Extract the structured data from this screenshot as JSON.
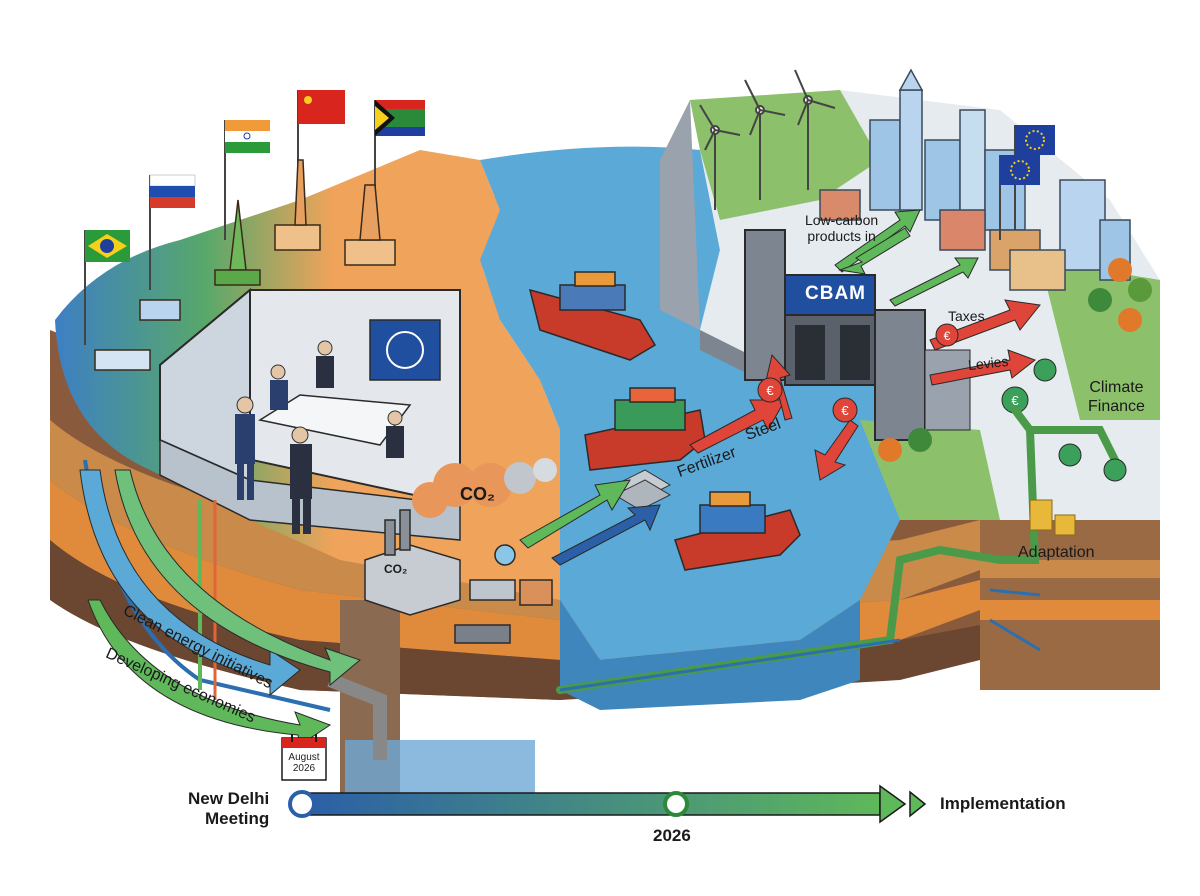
{
  "labels": {
    "low_carbon": "Low-carbon\nproducts in",
    "cbam": "CBAM",
    "taxes": "Taxes",
    "levies": "Levies",
    "climate_finance": "Climate\nFinance",
    "adaptation": "Adaptation",
    "fertilizer": "Fertilizer",
    "steel": "Steel",
    "co2_cloud": "CO₂",
    "co2_factory": "CO₂",
    "clean_energy": "Clean energy initiatives",
    "developing": "Developing economies",
    "calendar": "August\n2026",
    "new_delhi": "New Delhi\nMeeting",
    "year": "2026",
    "implementation": "Implementation"
  },
  "flags": [
    "brazil-flag",
    "russia-flag",
    "india-flag",
    "china-flag",
    "south-africa-flag"
  ],
  "colors": {
    "ocean": "#5aa9d6",
    "land_green": "#8cc06a",
    "land_orange": "#f0a35a",
    "land_blue": "#3d7fc4",
    "cbam_blue": "#1f4f9e",
    "red_arrow": "#e0453a",
    "green_arrow": "#5fb85a",
    "timeline_blue": "#2b5fa8",
    "timeline_green": "#5fb85a"
  }
}
